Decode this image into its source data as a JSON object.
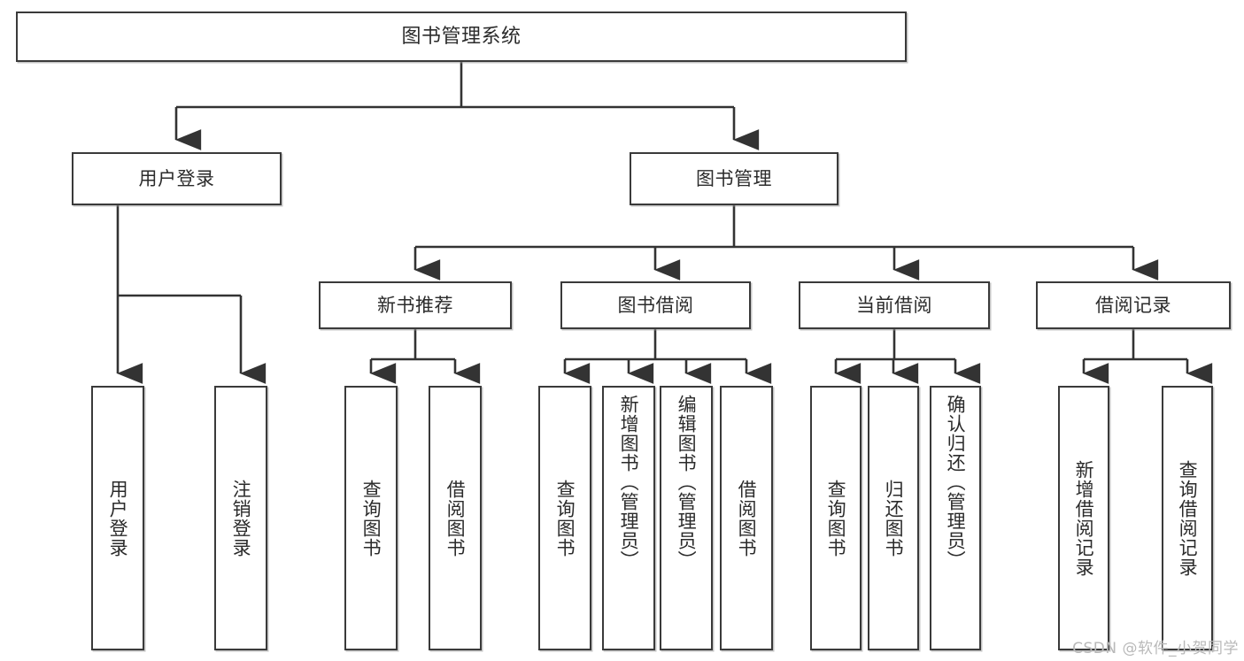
{
  "diagram": {
    "title": "图书管理系统",
    "type": "functional-structure-tree",
    "colors": {
      "box_border": "#3a3a3a",
      "box_fill": "#ffffff",
      "connector": "#333333",
      "text": "#2b2b2b",
      "watermark": "#b9b9b9",
      "background": "#ffffff"
    },
    "watermark": "CSDN @软件_小贺同学",
    "nodes": {
      "root": {
        "label": "图书管理系统"
      },
      "level1": [
        {
          "label": "用户登录"
        },
        {
          "label": "图书管理"
        }
      ],
      "level2": [
        {
          "label": "新书推荐"
        },
        {
          "label": "图书借阅"
        },
        {
          "label": "当前借阅"
        },
        {
          "label": "借阅记录"
        }
      ],
      "leaves": {
        "user_login": [
          {
            "label": "用户登录"
          },
          {
            "label": "注销登录"
          }
        ],
        "new_book_recommend": [
          {
            "label": "查询图书"
          },
          {
            "label": "借阅图书"
          }
        ],
        "book_borrow": [
          {
            "label": "查询图书"
          },
          {
            "label": "新增图书（管理员）"
          },
          {
            "label": "编辑图书（管理员）"
          },
          {
            "label": "借阅图书"
          }
        ],
        "current_borrow": [
          {
            "label": "查询图书"
          },
          {
            "label": "归还图书"
          },
          {
            "label": "确认归还（管理员）"
          }
        ],
        "borrow_record": [
          {
            "label": "新增借阅记录"
          },
          {
            "label": "查询借阅记录"
          }
        ]
      }
    }
  }
}
